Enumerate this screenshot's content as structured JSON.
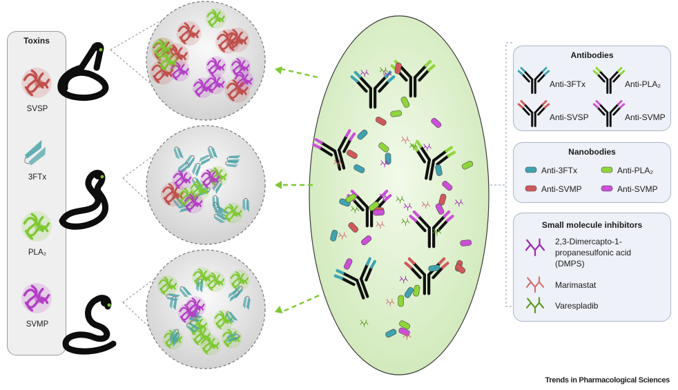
{
  "toxins_panel": {
    "title": "Toxins",
    "items": [
      {
        "label": "SVSP",
        "color": "#c0504d"
      },
      {
        "label": "3FTx",
        "color": "#4aa3a8"
      },
      {
        "label": "PLA₂",
        "color": "#7ec832"
      },
      {
        "label": "SVMP",
        "color": "#b23fc4"
      }
    ]
  },
  "antibodies_panel": {
    "title": "Antibodies",
    "items": [
      {
        "label": "Anti-3FTx",
        "color": "#3fa3b0"
      },
      {
        "label": "Anti-PLA₂",
        "color": "#8fd63a"
      },
      {
        "label": "Anti-SVSP",
        "color": "#d05a5a"
      },
      {
        "label": "Anti-SVMP",
        "color": "#cc4fd8"
      }
    ]
  },
  "nanobodies_panel": {
    "title": "Nanobodies",
    "items": [
      {
        "label": "Anti-3FTx",
        "color": "#3fa3b0"
      },
      {
        "label": "Anti-PLA₂",
        "color": "#8fd63a"
      },
      {
        "label": "Anti-SVMP",
        "color": "#d05a5a"
      },
      {
        "label": "Anti-SVMP",
        "color": "#cc4fd8"
      }
    ]
  },
  "inhibitors_panel": {
    "title": "Small molecule inhibitors",
    "items": [
      {
        "label_lines": [
          "2,3-Dimercapto-1-",
          "propanesulfonic acid",
          "(DMPS)"
        ],
        "color": "#9c2fb0"
      },
      {
        "label_lines": [
          "Marimastat"
        ],
        "color": "#d07070"
      },
      {
        "label_lines": [
          "Varespladib"
        ],
        "color": "#5a9a20"
      }
    ]
  },
  "footer": "Trends in Pharmacological Sciences",
  "colors": {
    "cocktail_fill": "#e4f3d6",
    "cocktail_stroke": "#3a3a3a",
    "arrow": "#7ec832",
    "antibody_body": "#111111"
  }
}
